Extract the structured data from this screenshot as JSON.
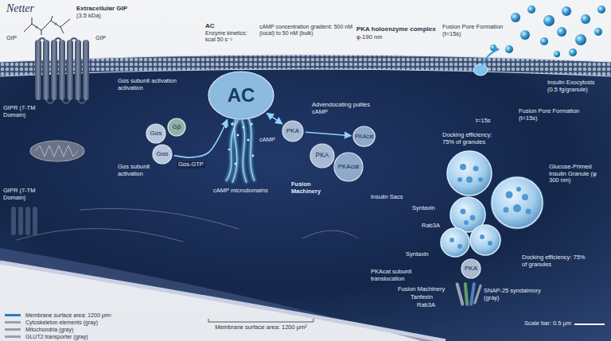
{
  "diagram": {
    "nodes": [
      {
        "text": [
          "Gαs"
        ]
      },
      {
        "text": [
          "Gβ"
        ]
      },
      {
        "text": [
          "Gαs"
        ]
      },
      {
        "text": [
          "AC"
        ]
      },
      {
        "text": [
          "PKA"
        ]
      },
      {
        "text": [
          "PKA"
        ]
      },
      {
        "text": [
          "PKAcat"
        ]
      },
      {
        "text": [
          "PKAcat"
        ]
      },
      {
        "text": [
          "PKA"
        ]
      }
    ],
    "edges": [
      {
        "from": 2,
        "to": 3,
        "label": "Gαs-GTP",
        "arrow": "to"
      },
      {
        "from": 3,
        "to": 4,
        "arrow": "both"
      },
      {
        "from": 4,
        "to": 7,
        "arrow": "to"
      }
    ],
    "labels": [
      "Netter",
      "Extracellular GIP",
      "(3.5 kDa)",
      "GIP",
      "GIP",
      "GIPR (7-TM Domain)",
      "GIPR (7-TM Domain)",
      "Gαs subunit activation activation",
      "Gαs subunit activation",
      "AC",
      "Enzyme kinetics: kcat 50 s⁻¹",
      "cAMP concentration gradient: 500 nM (local) to 50 nM (bulk)",
      "cAMP",
      "cAMP microdomains",
      "PKA holoenzyme complex",
      "φ-190 nm",
      "Advendocating pullies cAMP",
      "Fusion Machinery",
      "Insulin Sacs",
      "Syntaxin",
      "Rab3A",
      "Syntaxin",
      "PKAcat subunit translocation",
      "Fusion Machinery",
      "Tanfexin",
      "Rab3A",
      "SNAP-25 syndaimory (gray)",
      "Docking efficiency: 75% of granules",
      "Docking efficiency: 75% of granules",
      "Fusion Pore Formation (t=15s)",
      "Fusion Pore Formation (t=15s)",
      "t=15s",
      "Insulin Exocytosis (0.5 fg/granule)",
      "Glucose-Primed Insulin Granule (φ 300 nm)",
      "Membrane surface area: 1200 μm²",
      "Scale bar: 0.5 μm"
    ],
    "legend": [
      {
        "text": "Membrane surface area: 1200 μm²",
        "color": "#2a7fb8"
      },
      {
        "text": "Cytoskeleton elements (gray)",
        "color": "#9aa0a8"
      },
      {
        "text": "Mitochondria (gray)",
        "color": "#9aa0a8"
      },
      {
        "text": "GLUT2 transporter (gray)",
        "color": "#9aa0a8"
      }
    ]
  }
}
